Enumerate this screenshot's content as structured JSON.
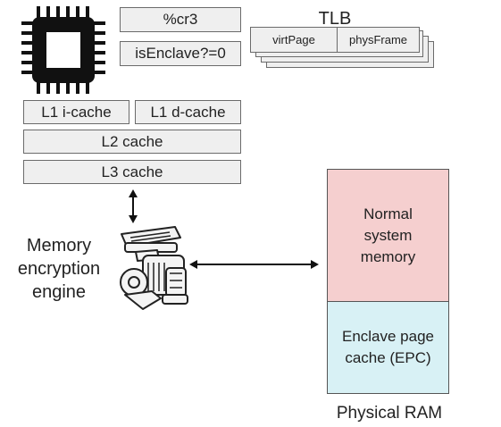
{
  "cpu": {
    "cr3_label": "%cr3",
    "enclave_flag_label": "isEnclave?=0",
    "icon": "cpu-chip-icon"
  },
  "tlb": {
    "title": "TLB",
    "columns": [
      "virtPage",
      "physFrame"
    ]
  },
  "caches": {
    "l1_icache": "L1 i-cache",
    "l1_dcache": "L1 d-cache",
    "l2": "L2 cache",
    "l3": "L3 cache"
  },
  "mee": {
    "label_lines": [
      "Memory",
      "encryption",
      "engine"
    ],
    "icon": "engine-icon"
  },
  "ram": {
    "title": "Physical RAM",
    "normal_lines": [
      "Normal",
      "system",
      "memory"
    ],
    "epc_lines": [
      "Enclave page",
      "cache (EPC)"
    ],
    "colors": {
      "normal": "#f5cfcf",
      "epc": "#d8f1f5",
      "border": "#555555"
    }
  }
}
